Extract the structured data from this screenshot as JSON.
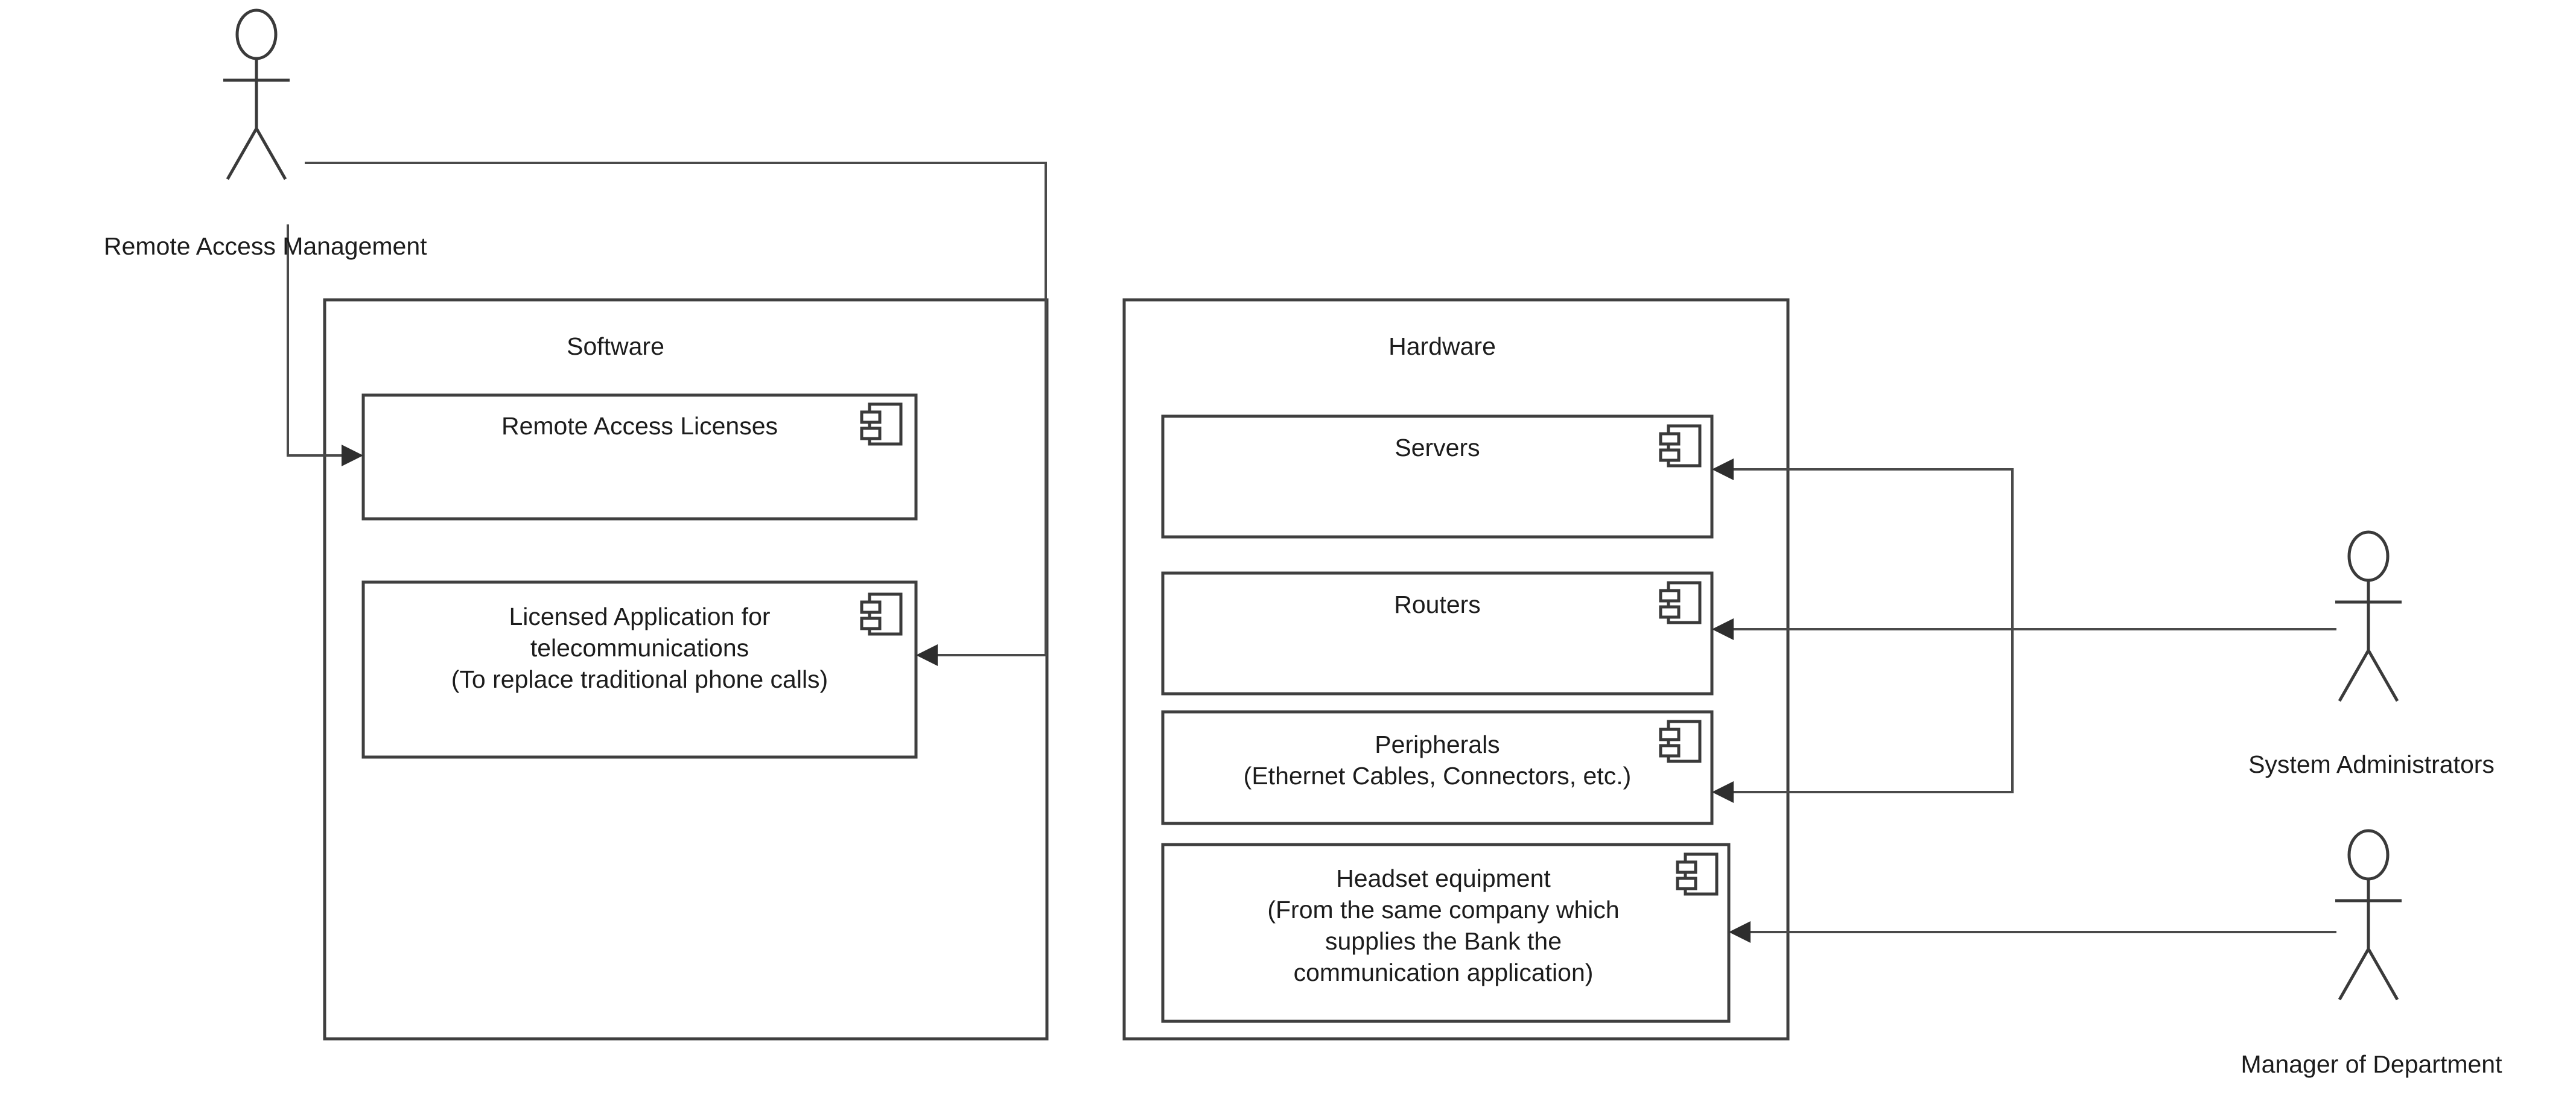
{
  "diagram": {
    "type": "uml-component-diagram",
    "background_color": "#ffffff",
    "line_color": "#3a3a3a",
    "text_color": "#1c1c1c"
  },
  "actors": [
    {
      "id": "remote-access-management",
      "label": "Remote Access Management",
      "position": "top-left"
    },
    {
      "id": "system-administrators",
      "label": "System Administrators",
      "position": "right-middle"
    },
    {
      "id": "manager-of-department",
      "label": "Manager of Department",
      "position": "right-bottom"
    }
  ],
  "packages": [
    {
      "id": "software",
      "title": "Software",
      "components": [
        {
          "id": "remote-access-licenses",
          "lines": [
            "Remote Access Licenses"
          ],
          "icon": "uml-component-icon"
        },
        {
          "id": "licensed-application",
          "lines": [
            "Licensed Application for",
            "telecommunications",
            "(To replace traditional phone calls)"
          ],
          "icon": "uml-component-icon"
        }
      ]
    },
    {
      "id": "hardware",
      "title": "Hardware",
      "components": [
        {
          "id": "servers",
          "lines": [
            "Servers"
          ],
          "icon": "uml-component-icon"
        },
        {
          "id": "routers",
          "lines": [
            "Routers"
          ],
          "icon": "uml-component-icon"
        },
        {
          "id": "peripherals",
          "lines": [
            "Peripherals",
            "(Ethernet Cables, Connectors, etc.)"
          ],
          "icon": "uml-component-icon"
        },
        {
          "id": "headset-equipment",
          "lines": [
            "Headset equipment",
            "(From the same company which",
            "supplies the Bank the",
            "communication application)"
          ],
          "icon": "uml-component-icon"
        }
      ]
    }
  ],
  "connectors": [
    {
      "id": "ram-to-licenses",
      "from": "remote-access-management",
      "to": "remote-access-licenses",
      "arrow": "to"
    },
    {
      "id": "ram-to-application",
      "from": "remote-access-management",
      "to": "licensed-application",
      "arrow": "to"
    },
    {
      "id": "sysadmin-to-servers",
      "from": "system-administrators",
      "to": "servers",
      "arrow": "to"
    },
    {
      "id": "sysadmin-to-routers",
      "from": "system-administrators",
      "to": "routers",
      "arrow": "to"
    },
    {
      "id": "sysadmin-to-peripherals",
      "from": "system-administrators",
      "to": "peripherals",
      "arrow": "to"
    },
    {
      "id": "manager-to-headset",
      "from": "manager-of-department",
      "to": "headset-equipment",
      "arrow": "to"
    }
  ]
}
